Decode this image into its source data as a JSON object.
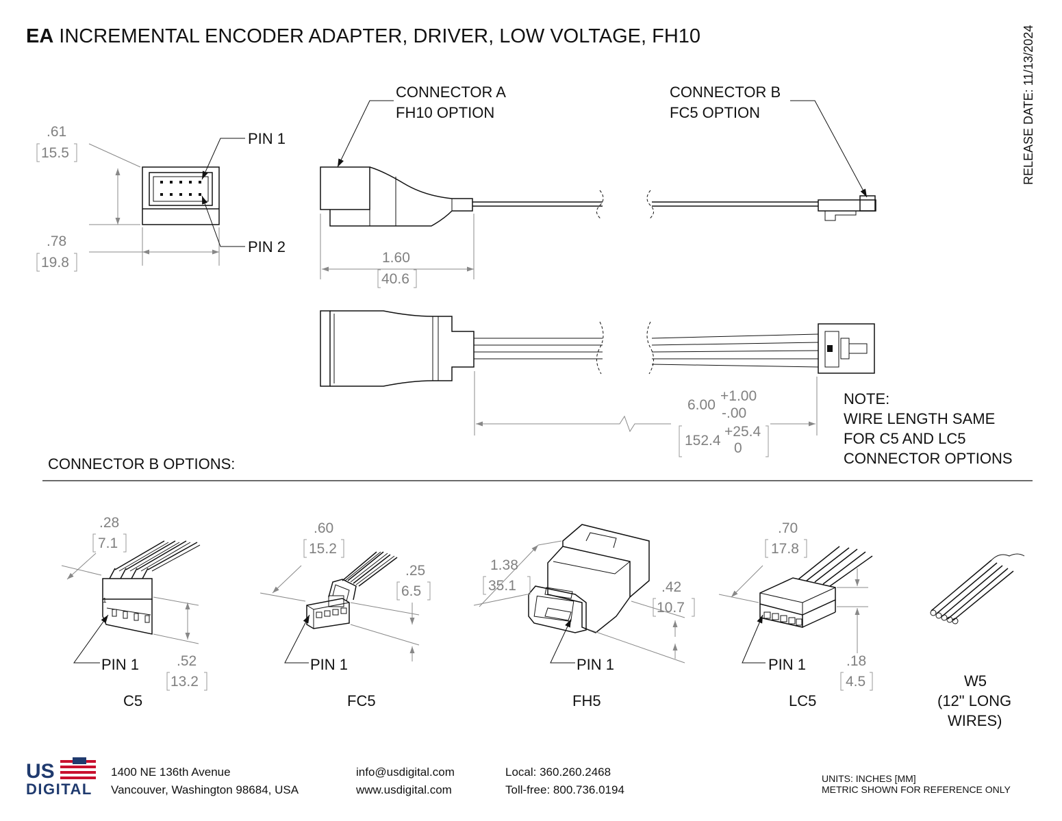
{
  "title": {
    "bold": "EA",
    "rest": "INCREMENTAL ENCODER ADAPTER, DRIVER, LOW VOLTAGE, FH10"
  },
  "release_date": "RELEASE DATE: 11/13/2024",
  "callouts": {
    "connector_a_1": "CONNECTOR A",
    "connector_a_2": "FH10 OPTION",
    "connector_b_1": "CONNECTOR B",
    "connector_b_2": "FC5 OPTION",
    "pin1": "PIN 1",
    "pin2": "PIN 2"
  },
  "dimensions": {
    "height_in": ".61",
    "height_mm": "15.5",
    "width_in": ".78",
    "width_mm": "19.8",
    "length_in": "1.60",
    "length_mm": "40.6",
    "wire_in": "6.00",
    "wire_in_plus": "+1.00",
    "wire_in_minus": "-.00",
    "wire_mm": "152.4",
    "wire_mm_plus": "+25.4",
    "wire_mm_minus": "0"
  },
  "note": {
    "line1": "NOTE:",
    "line2": "WIRE LENGTH SAME",
    "line3": "FOR C5 AND LC5",
    "line4": "CONNECTOR OPTIONS"
  },
  "options_heading": "CONNECTOR B OPTIONS:",
  "options": {
    "c5": {
      "label": "C5",
      "d1_in": ".28",
      "d1_mm": "7.1",
      "d2_in": ".52",
      "d2_mm": "13.2",
      "pin": "PIN 1",
      "pin_mark": "1"
    },
    "fc5": {
      "label": "FC5",
      "d1_in": ".60",
      "d1_mm": "15.2",
      "d2_in": ".25",
      "d2_mm": "6.5",
      "pin": "PIN 1"
    },
    "fh5": {
      "label": "FH5",
      "d1_in": "1.38",
      "d1_mm": "35.1",
      "d2_in": ".42",
      "d2_mm": "10.7",
      "pin": "PIN 1"
    },
    "lc5": {
      "label": "LC5",
      "d1_in": ".70",
      "d1_mm": "17.8",
      "d2_in": ".18",
      "d2_mm": "4.5",
      "pin": "PIN 1"
    },
    "w5": {
      "label": "W5",
      "sub1": "(12\" LONG",
      "sub2": "WIRES)"
    }
  },
  "footer": {
    "logo_top": "US",
    "logo_bottom": "DIGITAL",
    "address1": "1400 NE 136th Avenue",
    "address2": "Vancouver, Washington 98684, USA",
    "email": "info@usdigital.com",
    "web": "www.usdigital.com",
    "local": "Local: 360.260.2468",
    "tollfree": "Toll-free: 800.736.0194",
    "units1": "UNITS: INCHES [MM]",
    "units2": "METRIC SHOWN FOR REFERENCE ONLY"
  },
  "colors": {
    "flag_red": "#c8102e",
    "flag_blue": "#1f3a6e"
  }
}
